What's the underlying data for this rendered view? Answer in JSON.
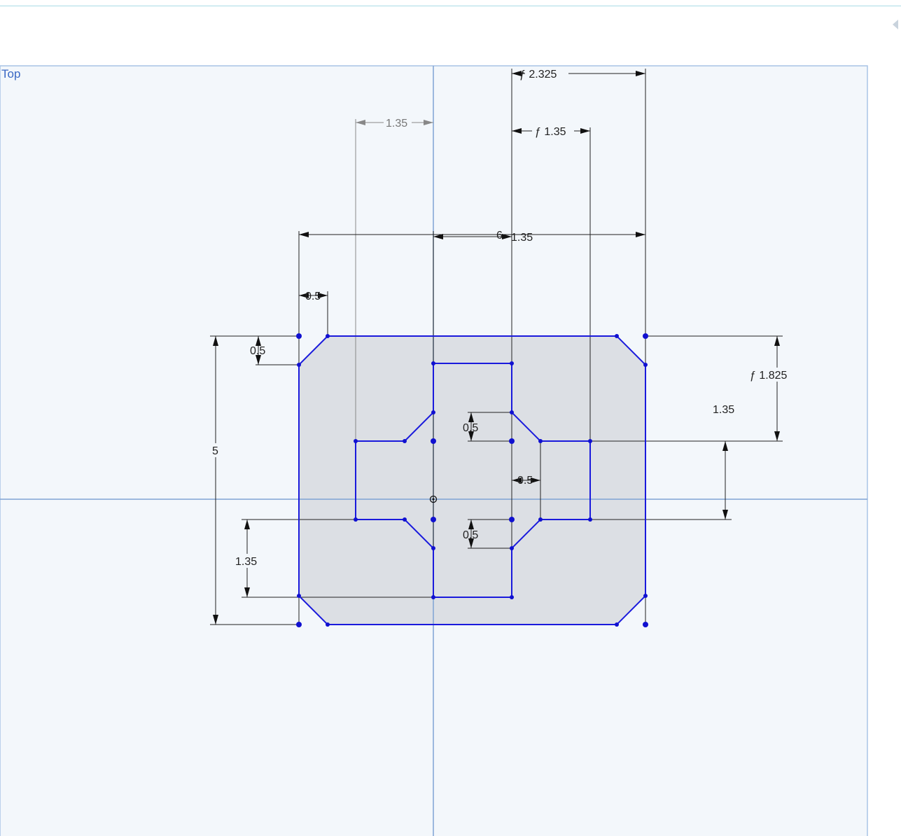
{
  "view": {
    "label": "Top"
  },
  "dimensions": {
    "top_2325": "ƒ 2.325",
    "top_135_grey": "1.35",
    "top_135_driven": "ƒ 1.35",
    "width_6": "6",
    "center_135": "1.35",
    "chamfer_h": "0.5",
    "chamfer_v": "0.5",
    "height_5": "5",
    "right_1825": "ƒ 1.825",
    "right_135": "1.35",
    "inner_chamfer_top": "0.5",
    "inner_chamfer_mid": "0.5",
    "inner_chamfer_bottom": "0.5",
    "left_135": "1.35"
  },
  "colors": {
    "sketch": "#1a1adc",
    "region": "#dcdfe4",
    "axis": "#7fa3d4",
    "background": "#f3f7fb"
  }
}
